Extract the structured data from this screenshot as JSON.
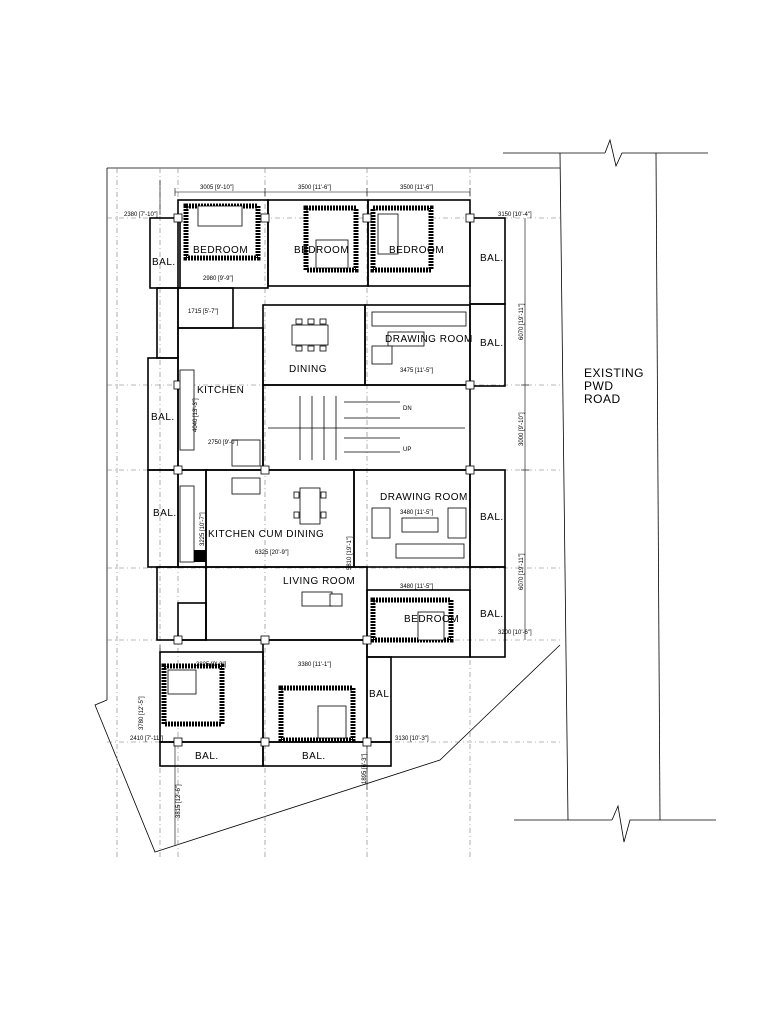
{
  "rooms": {
    "bedroom_1": "BEDROOM",
    "bedroom_2": "BEDROOM",
    "bedroom_3": "BEDROOM",
    "bedroom_4": "BEDROOM",
    "dining": "DINING",
    "drawing_room_top": "DRAWING ROOM",
    "drawing_room_bottom": "DRAWING ROOM",
    "kitchen": "KITCHEN",
    "kitchen_cum_dining": "KITCHEN CUM DINING",
    "living_room": "LIVING ROOM",
    "bal": "BAL."
  },
  "stairs": {
    "dn": "DN",
    "up": "UP"
  },
  "road": {
    "line1": "EXISTING",
    "line2": "PWD",
    "line3": "ROAD"
  },
  "dimensions": {
    "top_1": "3005 [9'-10\"]",
    "top_2": "3500 [11'-6\"]",
    "top_3": "3500 [11'-6\"]",
    "left_top": "2380 [7'-10\"]",
    "right_top": "3150 [10'-4\"]",
    "bed1_bottom": "2980 [9'-9\"]",
    "passage": "1715 [5'-7\"]",
    "drawing_top": "3475 [11'-5\"]",
    "kitchen_w": "2750 [9'-0\"]",
    "kitchen_v": "4040 [13'-3\"]",
    "drawing_btm_top": "3480 [11'-5\"]",
    "kcd_w": "6325 [20'-9\"]",
    "kcd_v": "3225 [10'-7\"]",
    "living_v": "5810 [19'-1\"]",
    "bed_r_top": "3480 [11'-5\"]",
    "right_btm": "3200 [10'-6\"]",
    "bed_bl_top": "2825 [9'-3\"]",
    "bed_bm_top": "3380 [11'-1\"]",
    "left_btm": "2410 [7'-11\"]",
    "right_btm2": "3130 [10'-3\"]",
    "right_v1": "6070 [19'-11\"]",
    "right_v2": "3000 [9'-10\"]",
    "right_v3": "6070 [19'-11\"]",
    "left_v_btm": "3815 [12'-6\"]",
    "center_v_btm": "1895 [6'-3\"]",
    "bed_bl_v": "3780 [12'-5\"]"
  }
}
